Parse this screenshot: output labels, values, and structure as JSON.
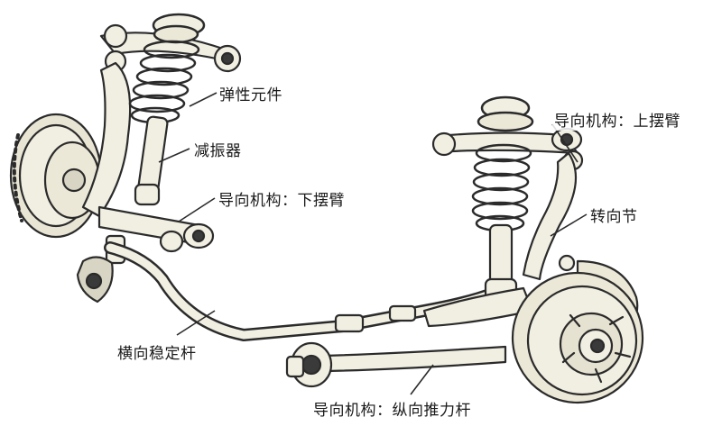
{
  "labels": {
    "spring": "弹性元件",
    "shock": "减振器",
    "lower_arm": "导向机构：下摆臂",
    "upper_arm": "导向机构：上摆臂",
    "knuckle": "转向节",
    "stabilizer": "横向稳定杆",
    "trailing_arm": "导向机构：纵向推力杆"
  },
  "colors": {
    "outline": "#2b2b2b",
    "metal": "#f1eee2",
    "metal_shade": "#d9d5c4",
    "bushing": "#3a3a3a"
  }
}
